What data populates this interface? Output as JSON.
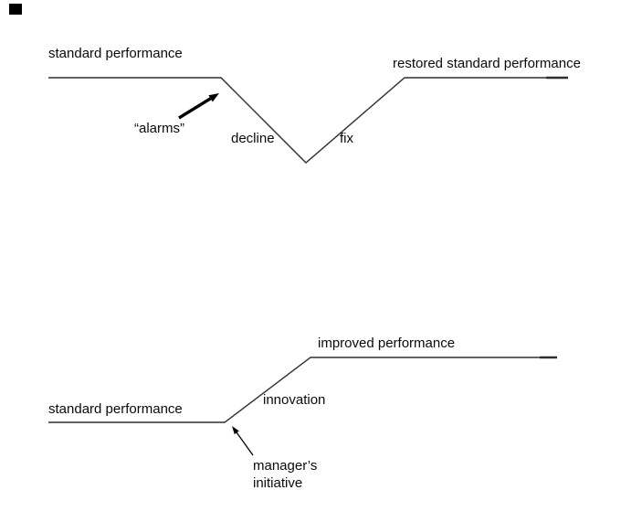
{
  "page": {
    "background": "#ffffff",
    "line_color": "#2e2e2e",
    "text_color": "#0a0a0a",
    "arrow_color": "#000000",
    "marker_color": "#000000"
  },
  "top_diagram": {
    "standard_label": "standard performance",
    "restored_label": "restored standard performance",
    "alarms_label": "“alarms”",
    "decline_label": "decline",
    "fix_label": "fix"
  },
  "bottom_diagram": {
    "standard_label": "standard performance",
    "improved_label": "improved performance",
    "innovation_label": "innovation",
    "initiative_label_line1": "manager’s",
    "initiative_label_line2": "initiative"
  }
}
